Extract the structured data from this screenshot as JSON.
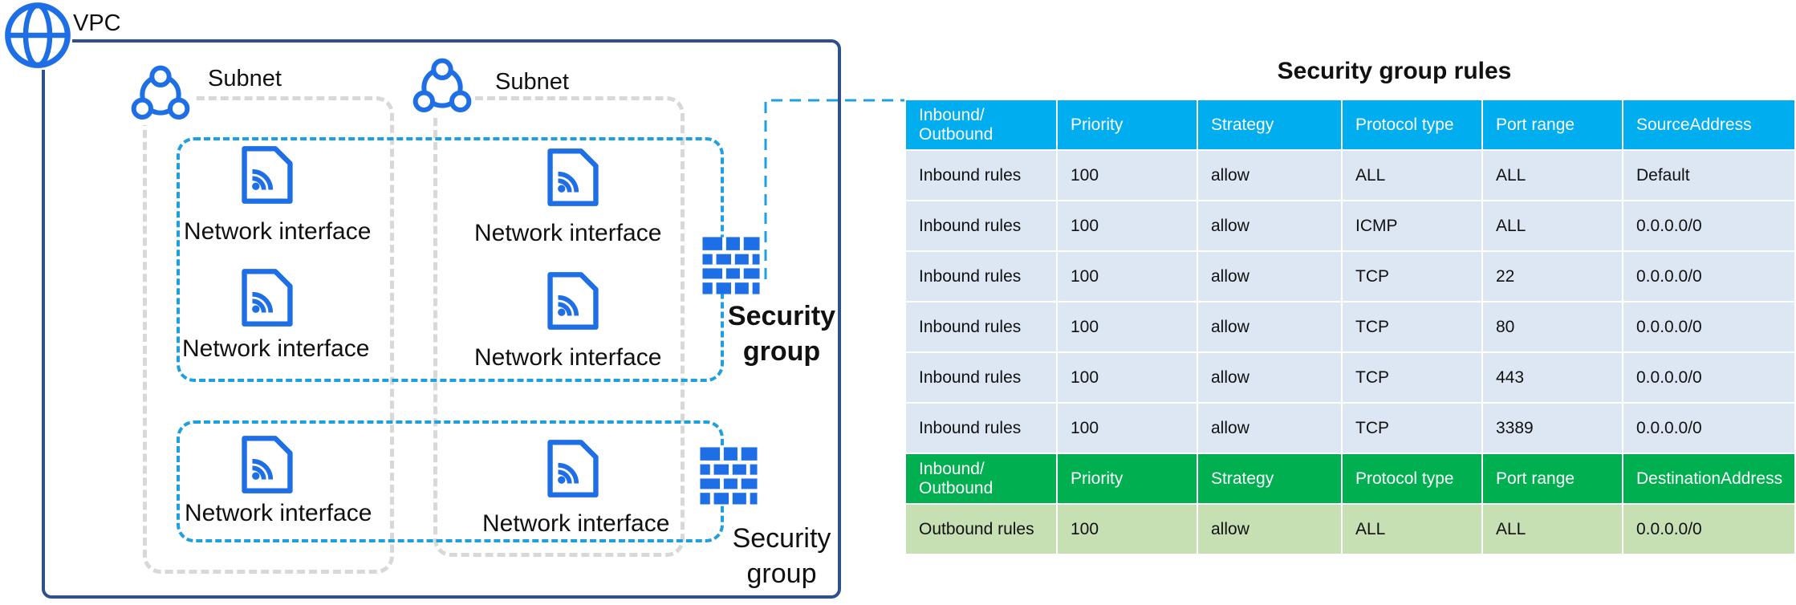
{
  "vpc": {
    "label": "VPC",
    "icon": "globe-icon"
  },
  "subnets": [
    {
      "label": "Subnet",
      "icon": "subnet-icon"
    },
    {
      "label": "Subnet",
      "icon": "subnet-icon"
    }
  ],
  "network_interfaces": [
    {
      "label": "Network interface",
      "icon": "network-interface-icon"
    },
    {
      "label": "Network interface",
      "icon": "network-interface-icon"
    },
    {
      "label": "Network interface",
      "icon": "network-interface-icon"
    },
    {
      "label": "Network interface",
      "icon": "network-interface-icon"
    },
    {
      "label": "Network interface",
      "icon": "network-interface-icon"
    },
    {
      "label": "Network interface",
      "icon": "network-interface-icon"
    }
  ],
  "security_groups": [
    {
      "label_line1": "Security",
      "label_line2": "group",
      "icon": "firewall-icon"
    },
    {
      "label_line1": "Security",
      "label_line2": "group",
      "icon": "firewall-icon"
    }
  ],
  "colors": {
    "icon_blue": "#1e6fe6",
    "vpc_border": "#2f4f8f",
    "subnet_border": "#d8d8d8",
    "security_group_border": "#1ea0e0",
    "inbound_header": "#00aeef",
    "inbound_row": "#dce7f3",
    "outbound_header": "#00b050",
    "outbound_row": "#c6e0b4"
  },
  "rules_table": {
    "title": "Security group rules",
    "inbound_header": [
      "Inbound/ Outbound",
      "Priority",
      "Strategy",
      "Protocol type",
      "Port range",
      "SourceAddress"
    ],
    "inbound_rows": [
      [
        "Inbound rules",
        "100",
        "allow",
        "ALL",
        "ALL",
        "Default"
      ],
      [
        "Inbound rules",
        "100",
        "allow",
        "ICMP",
        "ALL",
        "0.0.0.0/0"
      ],
      [
        "Inbound rules",
        "100",
        "allow",
        "TCP",
        "22",
        "0.0.0.0/0"
      ],
      [
        "Inbound rules",
        "100",
        "allow",
        "TCP",
        "80",
        "0.0.0.0/0"
      ],
      [
        "Inbound rules",
        "100",
        "allow",
        "TCP",
        "443",
        "0.0.0.0/0"
      ],
      [
        "Inbound rules",
        "100",
        "allow",
        "TCP",
        "3389",
        "0.0.0.0/0"
      ]
    ],
    "outbound_header": [
      "Inbound/ Outbound",
      "Priority",
      "Strategy",
      "Protocol type",
      "Port range",
      "DestinationAddress"
    ],
    "outbound_rows": [
      [
        "Outbound rules",
        "100",
        "allow",
        "ALL",
        "ALL",
        "0.0.0.0/0"
      ]
    ]
  }
}
